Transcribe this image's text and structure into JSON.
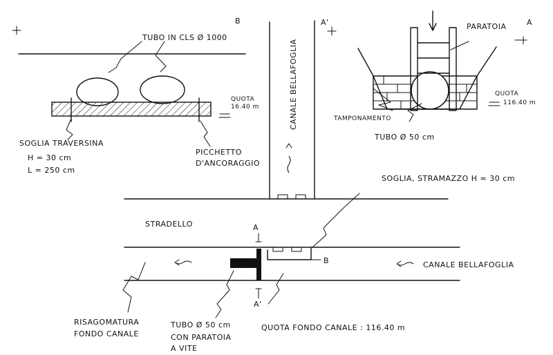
{
  "labels": {
    "sec_b": "B",
    "sec_a_prime": "A'",
    "sec_a": "A",
    "tubo_cls": "TUBO IN CLS Ø 1000",
    "canale_vertical": "CANALE BELLAFOGLIA",
    "paratoia": "PARATOIA",
    "quota_left": "QUOTA",
    "quota_left_val": "16.40 m",
    "quota_right": "QUOTA",
    "quota_right_val": "116.40 m",
    "tamponamento": "TAMPONAMENTO",
    "tubo_50_top": "TUBO Ø 50 cm",
    "soglia_traversina": "SOGLIA TRAVERSINA",
    "h30_left": "H = 30 cm",
    "l250": "L = 250 cm",
    "picchetto_1": "PICCHETTO",
    "picchetto_2": "D'ANCORAGGIO",
    "soglia_stramazzo": "SOGLIA, STRAMAZZO  H = 30 cm",
    "stradello": "STRADELLO",
    "plan_a": "A",
    "plan_b": "B",
    "plan_a_prime": "A'",
    "canale_horizontal": "CANALE BELLAFOGLIA",
    "risagomatura_1": "RISAGOMATURA",
    "risagomatura_2": "FONDO CANALE",
    "tubo_50_bottom_1": "TUBO Ø 50 cm",
    "tubo_50_bottom_2": "CON PARATOIA",
    "tubo_50_bottom_3": "A VITE",
    "quota_fondo": "QUOTA FONDO CANALE :  116.40 m"
  }
}
